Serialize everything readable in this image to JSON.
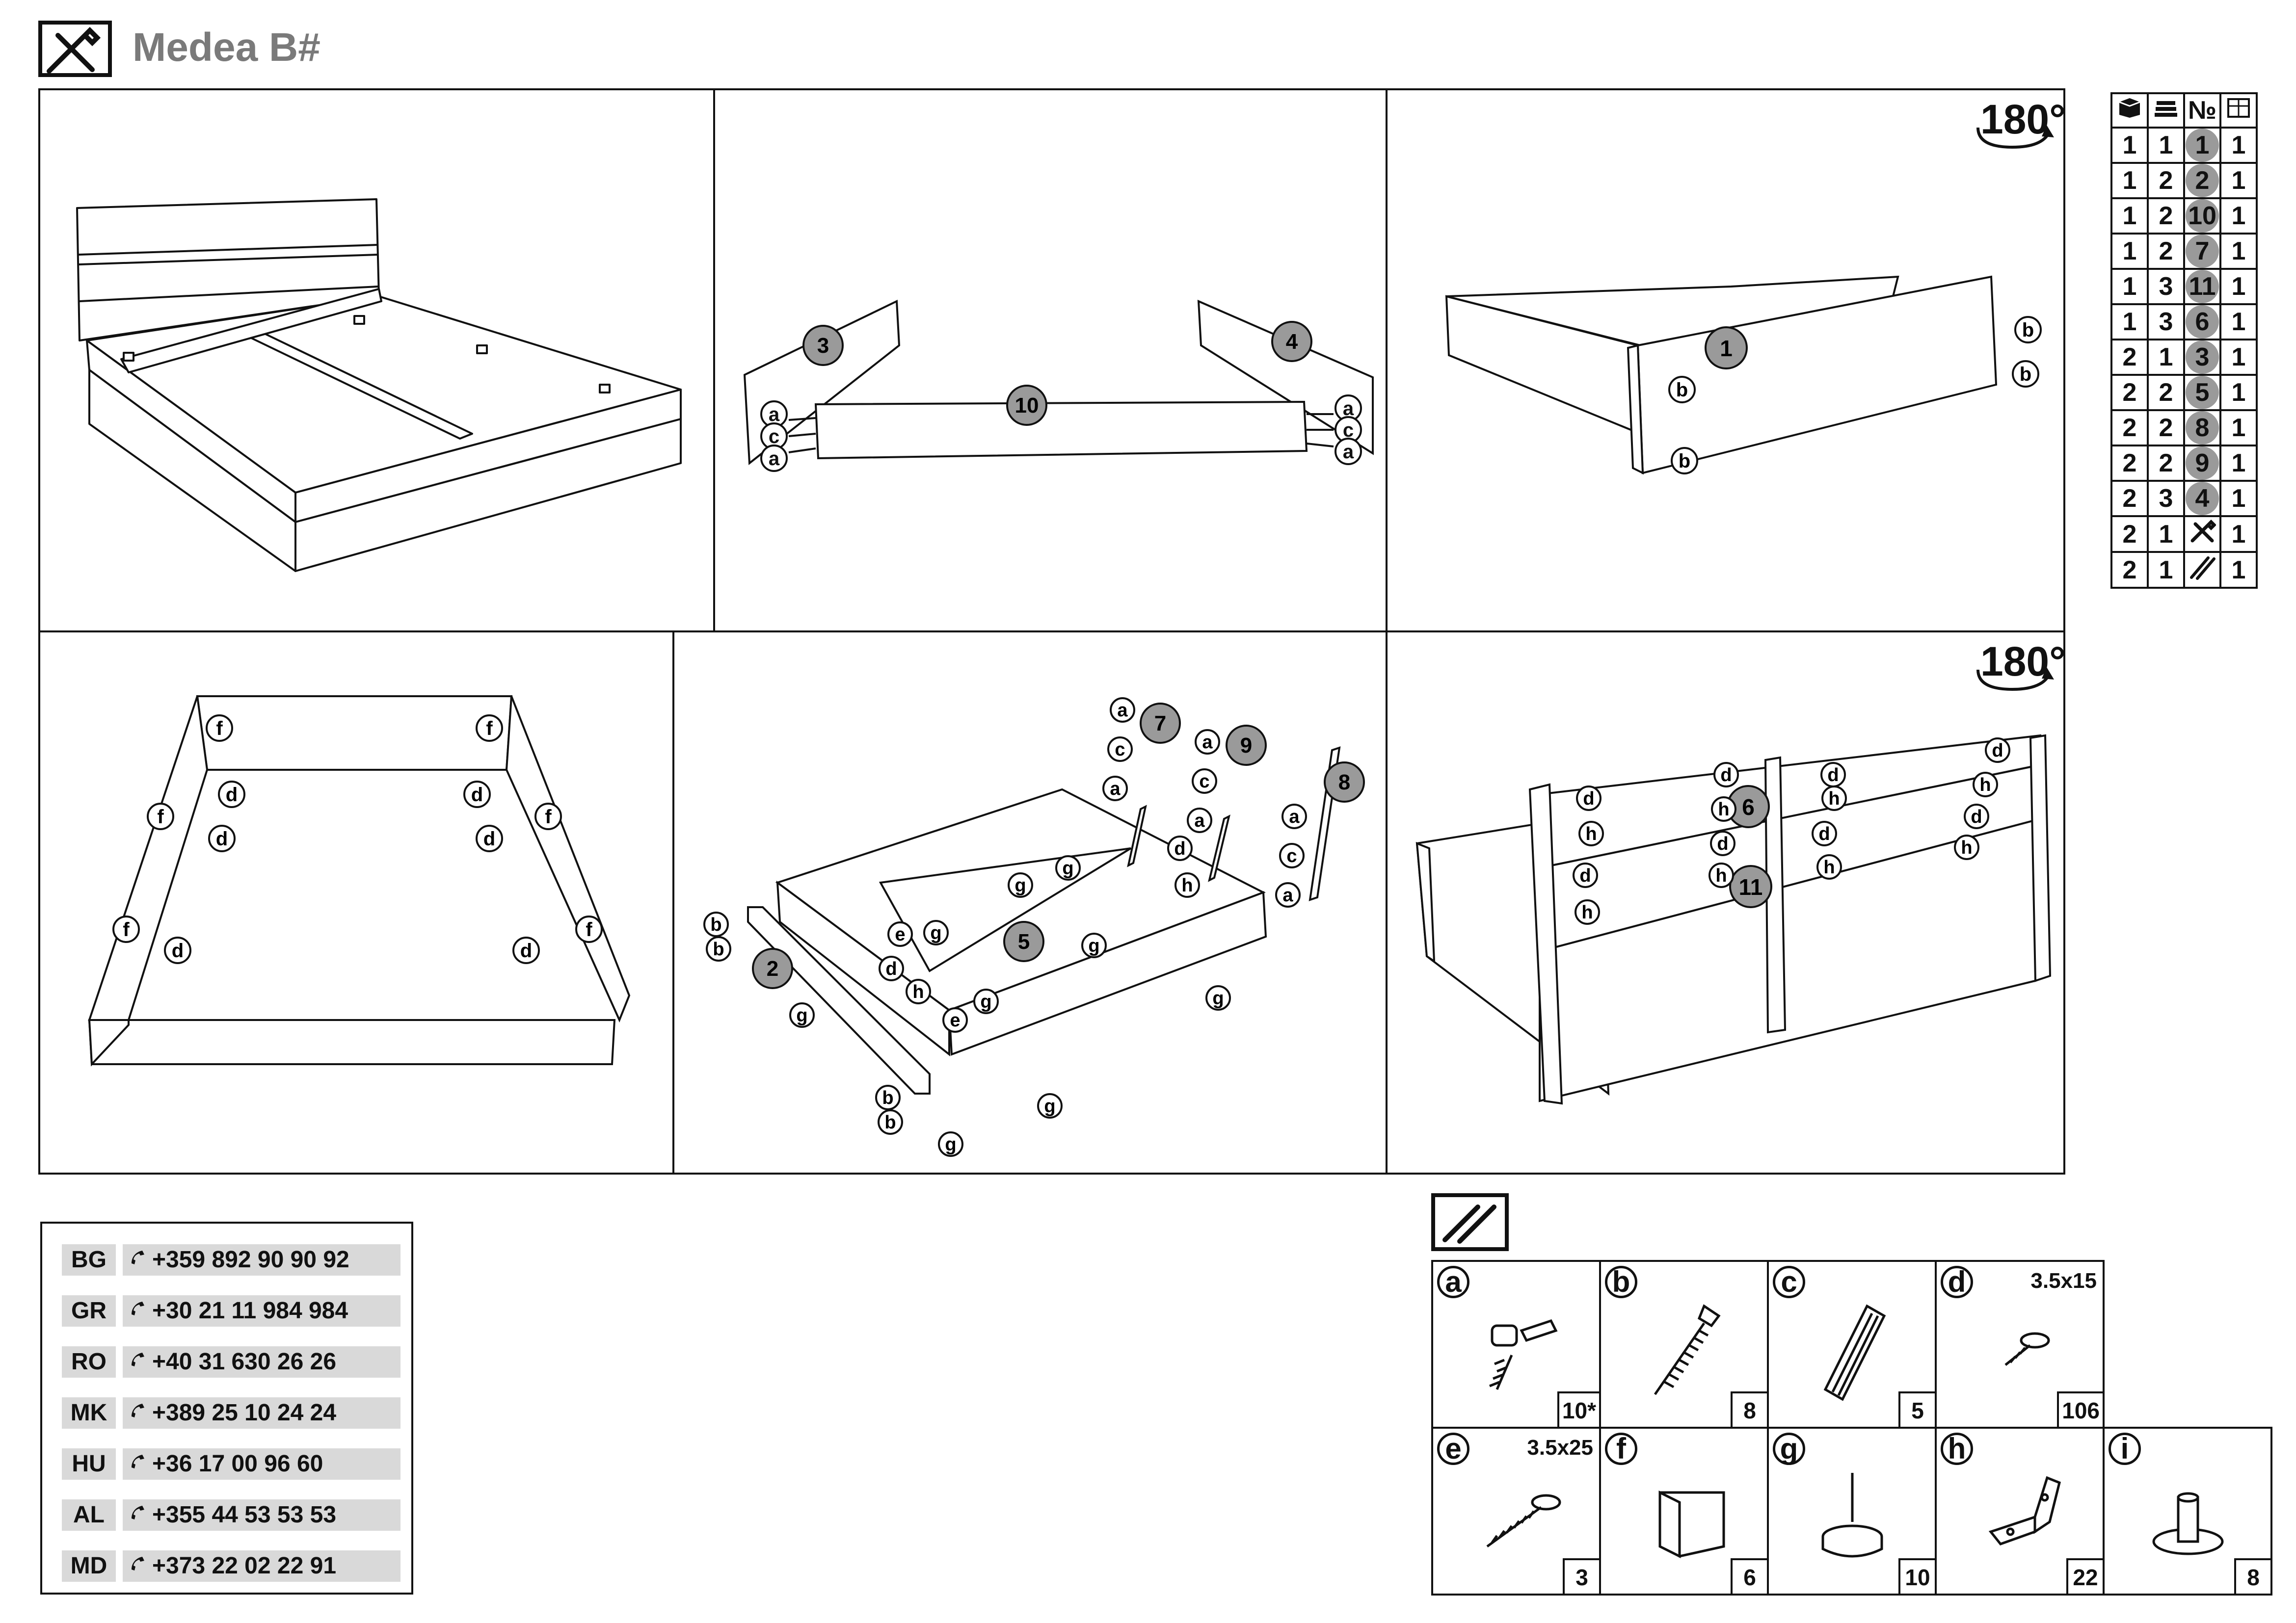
{
  "header": {
    "title": "Medea B#",
    "icon": "tools-icon"
  },
  "panels": {
    "p2": {
      "labels": {
        "part_left": "3",
        "part_right": "4",
        "part_mid": "10",
        "a": "a",
        "c": "c"
      }
    },
    "p3": {
      "rotate": "180°",
      "labels": {
        "part": "1",
        "b": "b"
      }
    },
    "p4": {
      "labels": {
        "f": "f",
        "d": "d"
      }
    },
    "p5": {
      "labels": {
        "p7": "7",
        "p9": "9",
        "p8": "8",
        "p2": "2",
        "p5": "5",
        "a": "a",
        "b": "b",
        "c": "c",
        "d": "d",
        "e": "e",
        "g": "g",
        "h": "h"
      }
    },
    "p6": {
      "rotate": "180°",
      "labels": {
        "p6": "6",
        "p11": "11",
        "d": "d",
        "h": "h"
      }
    }
  },
  "parts_table": {
    "header_icons": [
      "package-icon",
      "stack-icon",
      "number-sign",
      "box-count-icon"
    ],
    "header_no": "№",
    "rows": [
      {
        "pkg": "1",
        "qty_a": "1",
        "no": "1",
        "qty": "1"
      },
      {
        "pkg": "1",
        "qty_a": "2",
        "no": "2",
        "qty": "1"
      },
      {
        "pkg": "1",
        "qty_a": "2",
        "no": "10",
        "qty": "1"
      },
      {
        "pkg": "1",
        "qty_a": "2",
        "no": "7",
        "qty": "1"
      },
      {
        "pkg": "1",
        "qty_a": "3",
        "no": "11",
        "qty": "1"
      },
      {
        "pkg": "1",
        "qty_a": "3",
        "no": "6",
        "qty": "1"
      },
      {
        "pkg": "2",
        "qty_a": "1",
        "no": "3",
        "qty": "1"
      },
      {
        "pkg": "2",
        "qty_a": "2",
        "no": "5",
        "qty": "1"
      },
      {
        "pkg": "2",
        "qty_a": "2",
        "no": "8",
        "qty": "1"
      },
      {
        "pkg": "2",
        "qty_a": "2",
        "no": "9",
        "qty": "1"
      },
      {
        "pkg": "2",
        "qty_a": "3",
        "no": "4",
        "qty": "1"
      },
      {
        "pkg": "2",
        "qty_a": "1",
        "no": "tools-icon",
        "qty": "1"
      },
      {
        "pkg": "2",
        "qty_a": "1",
        "no": "hardware-icon",
        "qty": "1"
      }
    ]
  },
  "phones": [
    {
      "code": "BG",
      "number": "+359 892 90 90 92"
    },
    {
      "code": "GR",
      "number": "+30 21 11 984 984"
    },
    {
      "code": "RO",
      "number": "+40 31 630 26 26"
    },
    {
      "code": "MK",
      "number": "+389 25 10 24 24"
    },
    {
      "code": "HU",
      "number": "+36 17 00 96 60"
    },
    {
      "code": "AL",
      "number": "+355 44 53 53 53"
    },
    {
      "code": "MD",
      "number": "+373 22 02 22 91"
    }
  ],
  "hardware": [
    {
      "letter": "a",
      "qty": "10*",
      "size": "",
      "icon": "cam-lock-icon"
    },
    {
      "letter": "b",
      "qty": "8",
      "size": "",
      "icon": "confirmat-screw-icon"
    },
    {
      "letter": "c",
      "qty": "5",
      "size": "",
      "icon": "wood-dowel-icon"
    },
    {
      "letter": "d",
      "qty": "106",
      "size": "3.5x15",
      "icon": "short-screw-icon"
    },
    {
      "letter": "e",
      "qty": "3",
      "size": "3.5x25",
      "icon": "long-screw-icon"
    },
    {
      "letter": "f",
      "qty": "6",
      "size": "",
      "icon": "bracket-icon"
    },
    {
      "letter": "g",
      "qty": "10",
      "size": "",
      "icon": "glide-nail-icon"
    },
    {
      "letter": "h",
      "qty": "22",
      "size": "",
      "icon": "angle-bracket-icon"
    },
    {
      "letter": "i",
      "qty": "8",
      "size": "",
      "icon": "foot-icon"
    }
  ]
}
